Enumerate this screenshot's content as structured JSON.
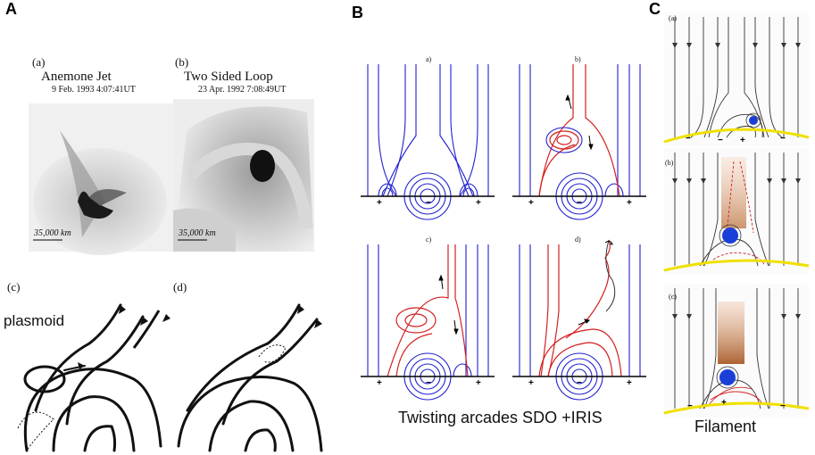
{
  "panels": {
    "A": {
      "letter": "A",
      "a": {
        "tag": "(a)",
        "title": "Anemone Jet",
        "date": "9 Feb. 1993 4:07:41UT",
        "scale": "35,000 km"
      },
      "b": {
        "tag": "(b)",
        "title": "Two Sided Loop",
        "date": "23 Apr. 1992 7:08:49UT",
        "scale": "35,000 km"
      },
      "c": {
        "tag": "(c)"
      },
      "d": {
        "tag": "(d)"
      },
      "plasmoid_label": "plasmoid"
    },
    "B": {
      "letter": "B",
      "subpanels": [
        "a)",
        "b)",
        "c)",
        "d)"
      ],
      "caption": "Twisting arcades SDO +IRIS",
      "polarity": {
        "plus": "+",
        "minus": "−"
      }
    },
    "C": {
      "letter": "C",
      "subpanels": [
        "(a)",
        "(b)",
        "(c)"
      ],
      "caption": "Filament",
      "polarity": {
        "plus": "+",
        "minus": "−"
      }
    }
  },
  "colors": {
    "field_blue": "#2020d0",
    "field_red": "#d42020",
    "field_gray": "#333333",
    "photosphere_yellow": "#f0e000",
    "plasma_brown": "#b86a30",
    "blob_blue": "#1a3fd8"
  }
}
